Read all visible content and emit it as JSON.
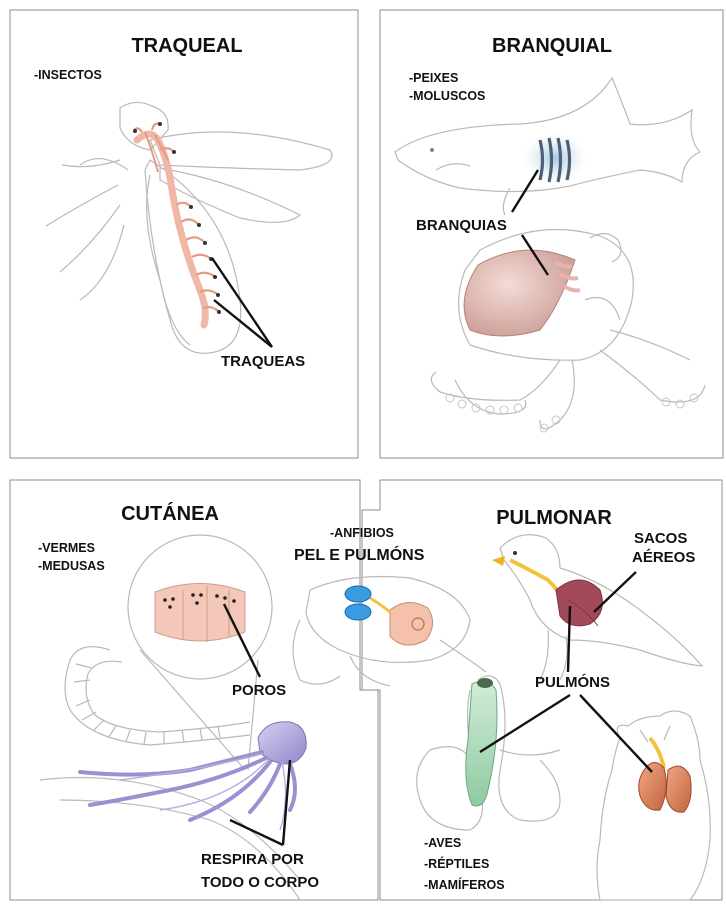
{
  "panels": {
    "traqueal": {
      "title": "TRAQUEAL",
      "groups": [
        "-INSECTOS"
      ],
      "label": "TRAQUEAS",
      "organ_color": "#f1b7a6"
    },
    "branquial": {
      "title": "BRANQUIAL",
      "groups": [
        "-PEIXES",
        "-MOLUSCOS"
      ],
      "label": "BRANQUIAS",
      "organ_color": "#a9c4d8"
    },
    "cutanea": {
      "title": "CUTÁNEA",
      "groups": [
        "-VERMES",
        "-MEDUSAS"
      ],
      "label": "POROS",
      "label_body_line1": "RESPIRA POR",
      "label_body_line2": "TODO O CORPO",
      "organ_color": "#b7aee0"
    },
    "anfibios": {
      "group": "-ANFIBIOS",
      "label": "PEL E PULMÓNS",
      "organ_color": "#3a9be0"
    },
    "pulmonar": {
      "title": "PULMONAR",
      "label_sacos_line1": "SACOS",
      "label_sacos_line2": "AÉREOS",
      "label_pulmons": "PULMÓNS",
      "groups": [
        "-AVES",
        "-RÉPTILES",
        "-MAMÍFEROS"
      ],
      "organ_color": "#a24a5a"
    }
  }
}
